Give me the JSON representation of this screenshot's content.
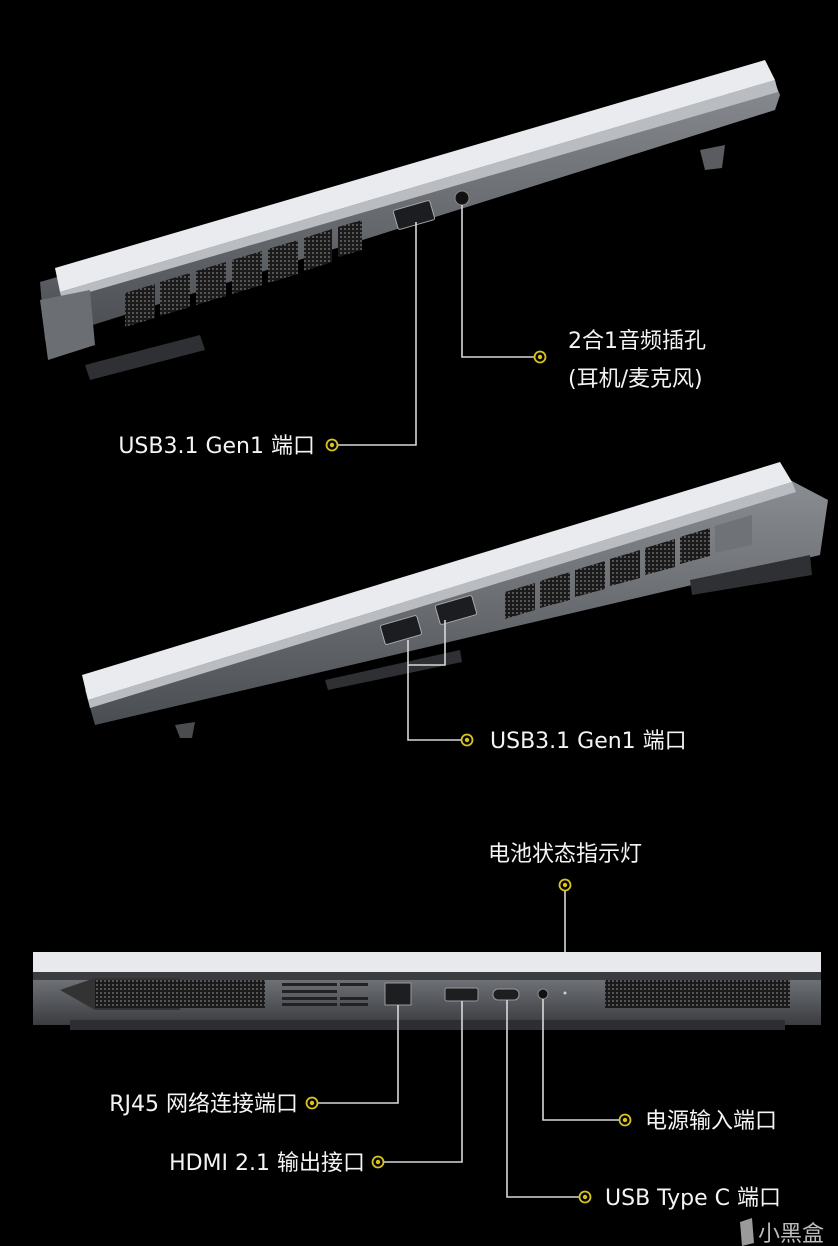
{
  "colors": {
    "background": "#000000",
    "marker": "#d9c31c",
    "text": "#f4f4f4"
  },
  "side_left": {
    "labels": {
      "audio_line1": "2合1音频插孔",
      "audio_line2": "(耳机/麦克风)",
      "usb": "USB3.1 Gen1 端口"
    }
  },
  "side_right": {
    "labels": {
      "usb": "USB3.1 Gen1 端口"
    }
  },
  "rear": {
    "labels": {
      "battery_led": "电池状态指示灯",
      "rj45": "RJ45 网络连接端口",
      "hdmi": "HDMI 2.1 输出接口",
      "usb_c": "USB Type C 端口",
      "power": "电源输入端口"
    }
  },
  "watermark": {
    "text": "小黑盒"
  }
}
